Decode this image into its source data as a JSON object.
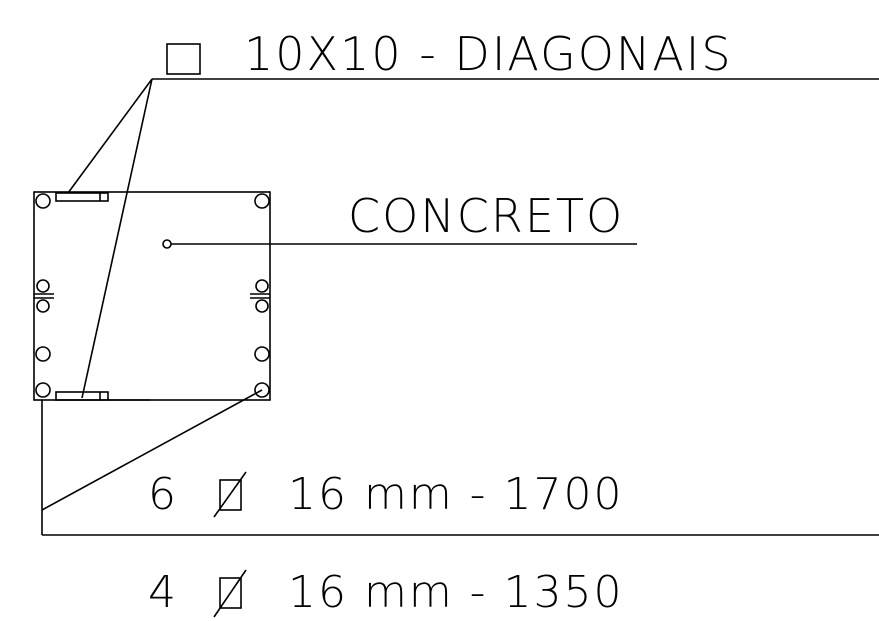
{
  "labels": {
    "stirrup_label": "10X10 - DIAGONAIS",
    "concrete_label": "CONCRETO",
    "rebar_main": {
      "count": "6",
      "diameter_symbol": "Ø",
      "spec": "16 mm - 1700"
    },
    "rebar_secondary": {
      "count": "4",
      "diameter_symbol": "Ø",
      "spec": "16 mm - 1350"
    }
  },
  "colors": {
    "line": "#000000",
    "background": "#ffffff"
  }
}
